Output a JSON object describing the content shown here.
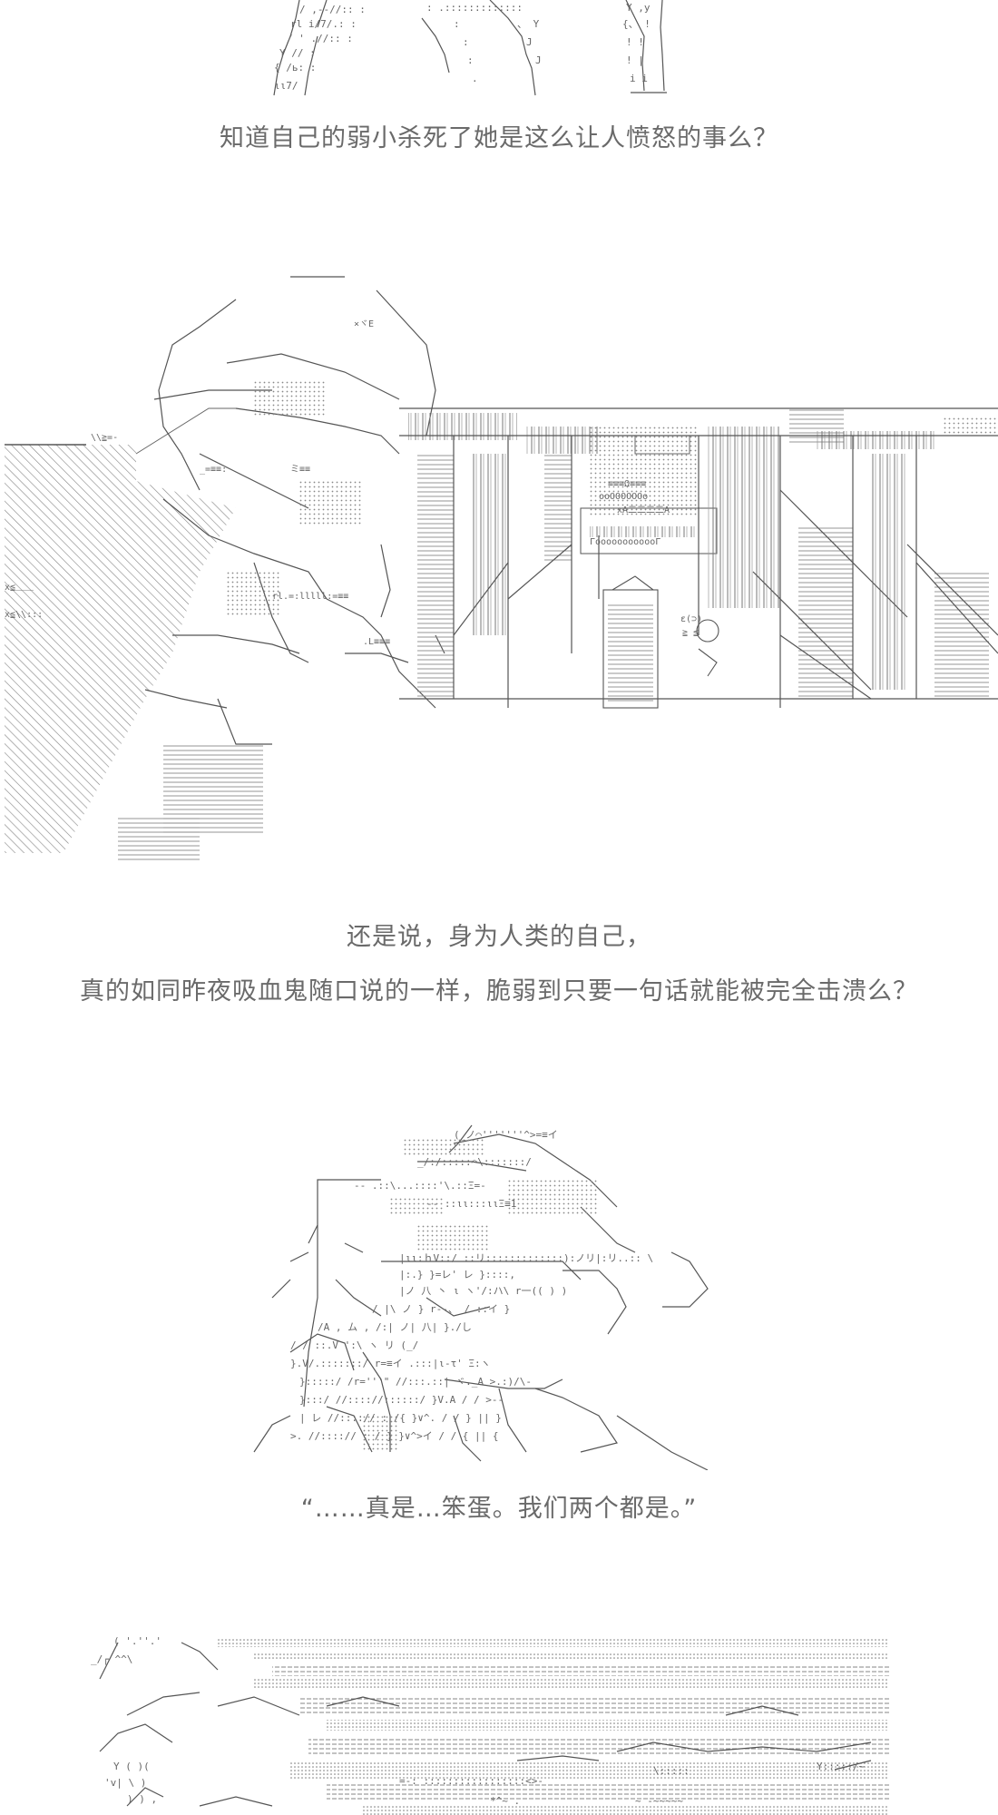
{
  "captions": {
    "line1": "知道自己的弱小杀死了她是这么让人愤怒的事么？",
    "line2": "还是说，身为人类的自己，",
    "line3": "真的如同昨夜吸血鬼随口说的一样，脆弱到只要一句话就能被完全击溃么？",
    "line4": "“……真是…笨蛋。我们两个都是。”"
  }
}
